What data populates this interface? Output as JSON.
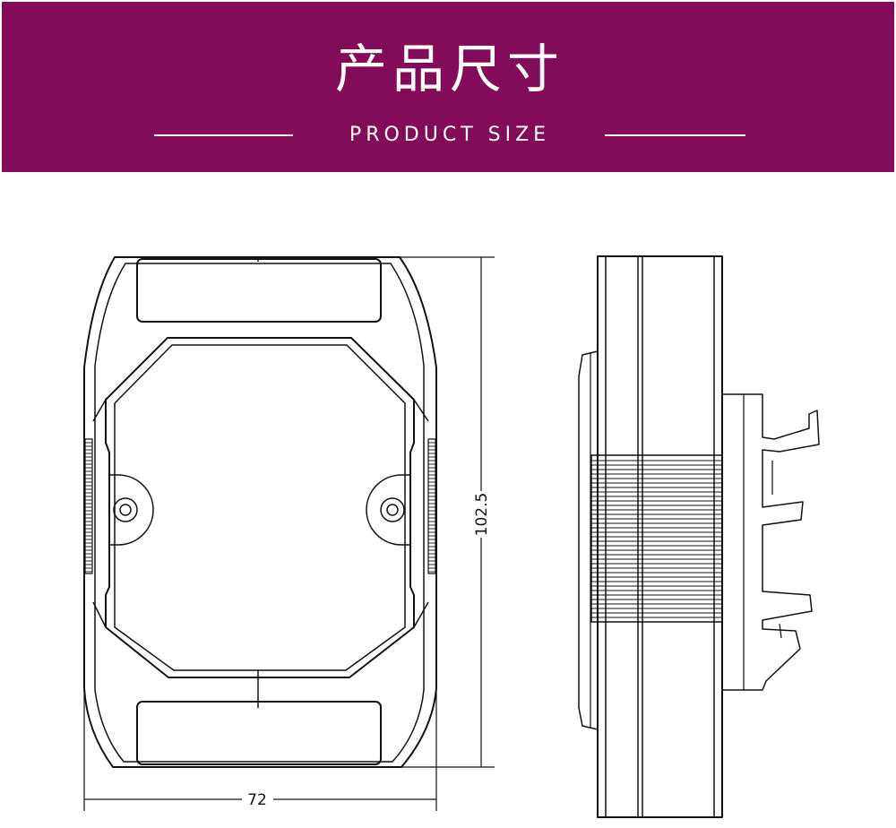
{
  "header": {
    "title_cn": "产品尺寸",
    "title_en": "PRODUCT SIZE",
    "background_color": "#820c59",
    "text_color": "#ffffff"
  },
  "drawing": {
    "dimensions": {
      "height_label": "102.5",
      "width_label": "72"
    },
    "line_color": "#111111"
  }
}
